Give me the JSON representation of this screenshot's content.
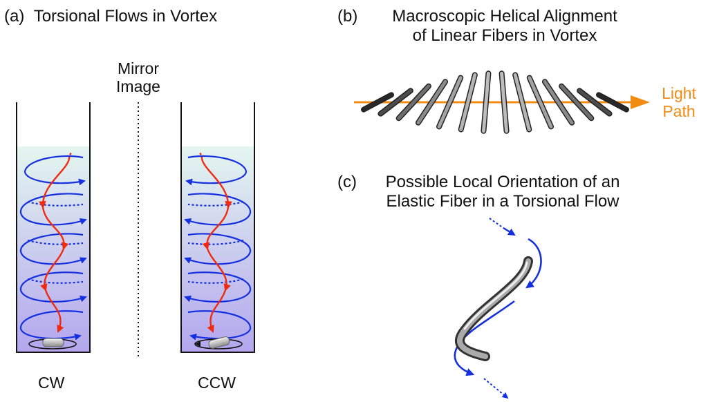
{
  "panel_a": {
    "label": "(a)",
    "title": "Torsional Flows in Vortex",
    "mirror_line1": "Mirror",
    "mirror_line2": "Image",
    "left_caption": "CW",
    "right_caption": "CCW"
  },
  "panel_b": {
    "label": "(b)",
    "title_line1": "Macroscopic Helical Alignment",
    "title_line2": "of Linear Fibers in Vortex",
    "light_line1": "Light",
    "light_line2": "Path"
  },
  "panel_c": {
    "label": "(c)",
    "title_line1": "Possible Local Orientation of an",
    "title_line2": "Elastic Fiber in a Torsional Flow"
  },
  "colors": {
    "flow_blue": "#1530e0",
    "flow_red": "#ee2a10",
    "light_orange": "#f08c14",
    "liquid_top": "#e4f6ef",
    "liquid_bottom": "#b3a6ee"
  }
}
